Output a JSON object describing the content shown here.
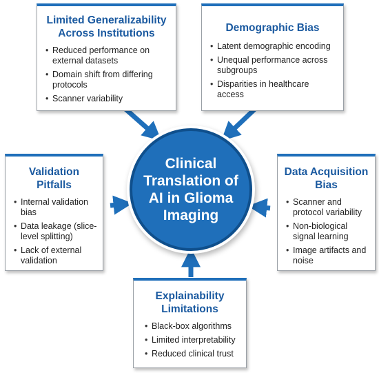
{
  "center": {
    "title": "Clinical\nTranslation of\nAI in Glioma\nImaging"
  },
  "colors": {
    "primary": "#1f6fba",
    "title_text": "#1b5aa0",
    "border": "#9aa0a6"
  },
  "cards": {
    "generalizability": {
      "title": "Limited Generalizability\nAcross Institutions",
      "items": [
        "Reduced performance on external datasets",
        "Domain shift from differing protocols",
        "Scanner variability"
      ]
    },
    "demographic": {
      "title": "Demographic Bias",
      "items": [
        "Latent demographic encoding",
        "Unequal performance across subgroups",
        "Disparities in healthcare access"
      ]
    },
    "validation": {
      "title": "Validation\nPitfalls",
      "items": [
        "Internal validation bias",
        "Data leakage (slice-level splitting)",
        "Lack of external validation"
      ]
    },
    "acquisition": {
      "title": "Data Acquisition\nBias",
      "items": [
        "Scanner and protocol variability",
        "Non-biological signal learning",
        "Image artifacts and noise"
      ]
    },
    "explainability": {
      "title": "Explainability\nLimitations",
      "items": [
        "Black-box algorithms",
        "Limited interpretability",
        "Reduced clinical trust"
      ]
    }
  }
}
